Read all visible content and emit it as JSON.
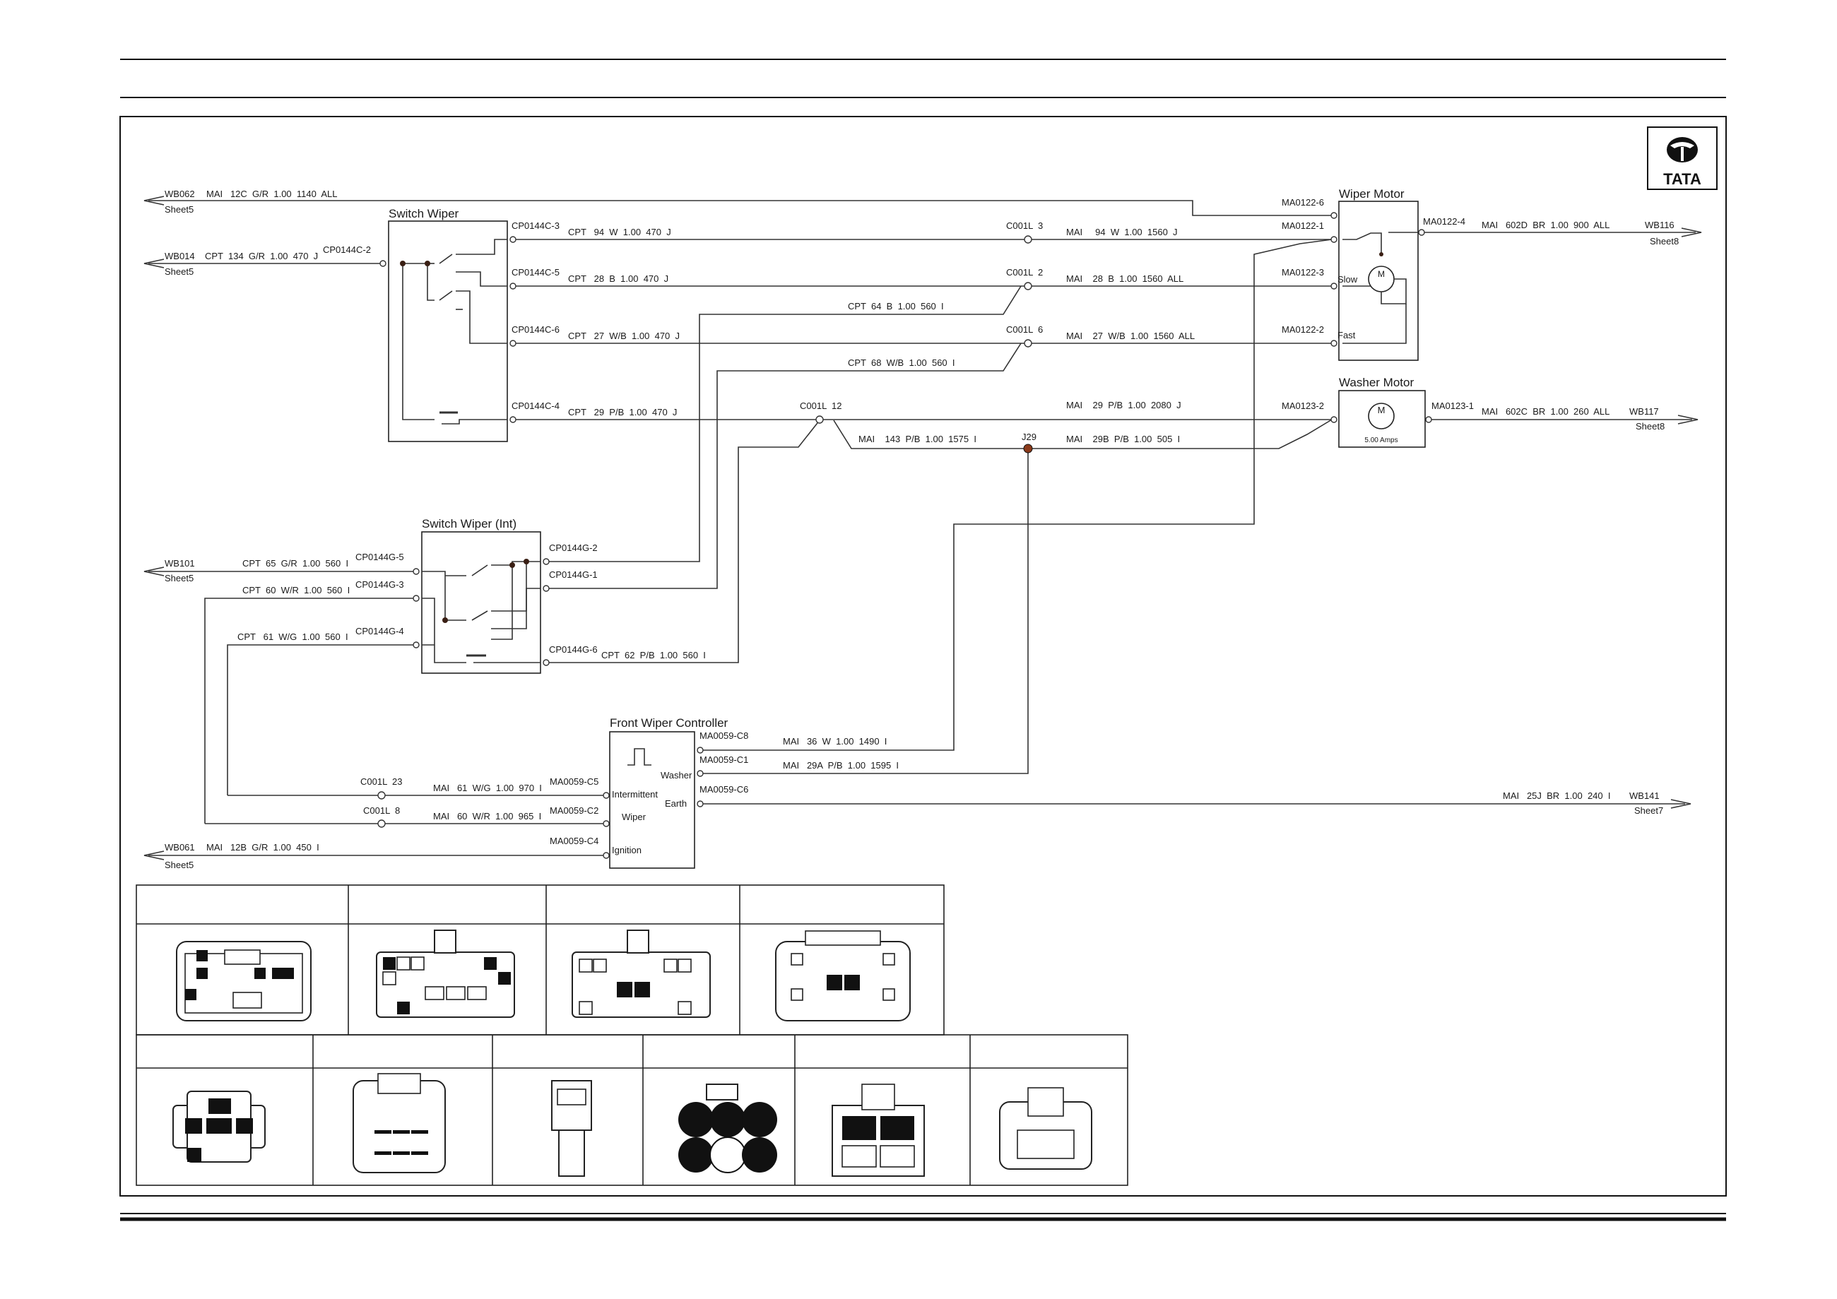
{
  "logo": {
    "text": "TATA",
    "color": "#111111"
  },
  "colors": {
    "splice": "#8b3a1a",
    "ink": "#1a1a1a"
  },
  "components": {
    "switch_wiper": "Switch Wiper",
    "switch_wiper_int": "Switch Wiper (Int)",
    "wiper_motor": "Wiper Motor",
    "washer_motor": "Washer Motor",
    "front_wiper_controller": "Front Wiper Controller",
    "washer_motor_rating": "5.00 Amps",
    "motor_symbol": "M",
    "wiper_motor_slow": "Slow",
    "wiper_motor_fast": "Fast",
    "controller_intermittent": "Intermittent",
    "controller_wiper": "Wiper",
    "controller_ignition": "Ignition",
    "controller_washer": "Washer",
    "controller_earth": "Earth"
  },
  "offsheet": {
    "wb062": {
      "id": "WB062",
      "sheet": "Sheet5",
      "wire": "MAI   12C  G/R  1.00  1140  ALL"
    },
    "wb014": {
      "id": "WB014",
      "sheet": "Sheet5",
      "wire": "CPT  134  G/R  1.00  470  J"
    },
    "wb101": {
      "id": "WB101",
      "sheet": "Sheet5",
      "wire": "CPT  65  G/R  1.00  560  I"
    },
    "wb061": {
      "id": "WB061",
      "sheet": "Sheet5",
      "wire": "MAI   12B  G/R  1.00  450  I"
    },
    "wb116": {
      "id": "WB116",
      "sheet": "Sheet8",
      "wire": "MAI   602D  BR  1.00  900  ALL"
    },
    "wb117": {
      "id": "WB117",
      "sheet": "Sheet8",
      "wire": "MAI   602C  BR  1.00  260  ALL"
    },
    "wb141": {
      "id": "WB141",
      "sheet": "Sheet7",
      "wire": "MAI   25J  BR  1.00  240  I"
    }
  },
  "pins": {
    "cp0144c_2": "CP0144C-2",
    "cp0144c_3": "CP0144C-3",
    "cp0144c_5": "CP0144C-5",
    "cp0144c_6": "CP0144C-6",
    "cp0144c_4": "CP0144C-4",
    "cp0144g_5": "CP0144G-5",
    "cp0144g_3": "CP0144G-3",
    "cp0144g_4": "CP0144G-4",
    "cp0144g_2": "CP0144G-2",
    "cp0144g_1": "CP0144G-1",
    "cp0144g_6": "CP0144G-6",
    "ma0122_6": "MA0122-6",
    "ma0122_1": "MA0122-1",
    "ma0122_3": "MA0122-3",
    "ma0122_2": "MA0122-2",
    "ma0122_4": "MA0122-4",
    "ma0123_2": "MA0123-2",
    "ma0123_1": "MA0123-1",
    "ma0059_c8": "MA0059-C8",
    "ma0059_c1": "MA0059-C1",
    "ma0059_c6": "MA0059-C6",
    "ma0059_c5": "MA0059-C5",
    "ma0059_c2": "MA0059-C2",
    "ma0059_c4": "MA0059-C4",
    "c001l_3": "C001L  3",
    "c001l_2": "C001L  2",
    "c001l_6": "C001L  6",
    "c001l_12": "C001L  12",
    "c001l_23": "C001L  23",
    "c001l_8": "C001L  8",
    "j29": "J29"
  },
  "wires": {
    "cpt94": "CPT   94  W  1.00  470  J",
    "mai94": "MAI     94  W  1.00  1560  J",
    "cpt28": "CPT   28  B  1.00  470  J",
    "mai28": "MAI    28  B  1.00  1560  ALL",
    "cpt64": "CPT  64  B  1.00  560  I",
    "cpt27": "CPT   27  W/B  1.00  470  J",
    "mai27": "MAI    27  W/B  1.00  1560  ALL",
    "cpt68": "CPT  68  W/B  1.00  560  I",
    "cpt29": "CPT   29  P/B  1.00  470  J",
    "mai29": "MAI    29  P/B  1.00  2080  J",
    "mai143": "MAI    143  P/B  1.00  1575  I",
    "mai29b": "MAI    29B  P/B  1.00  505  I",
    "cpt60": "CPT  60  W/R  1.00  560  I",
    "cpt61": "CPT   61  W/G  1.00  560  I",
    "cpt62": "CPT  62  P/B  1.00  560  I",
    "mai36": "MAI   36  W  1.00  1490  I",
    "mai29a": "MAI   29A  P/B  1.00  1595  I",
    "mai61": "MAI   61  W/G  1.00  970  I",
    "mai60": "MAI   60  W/R  1.00  965  I"
  }
}
